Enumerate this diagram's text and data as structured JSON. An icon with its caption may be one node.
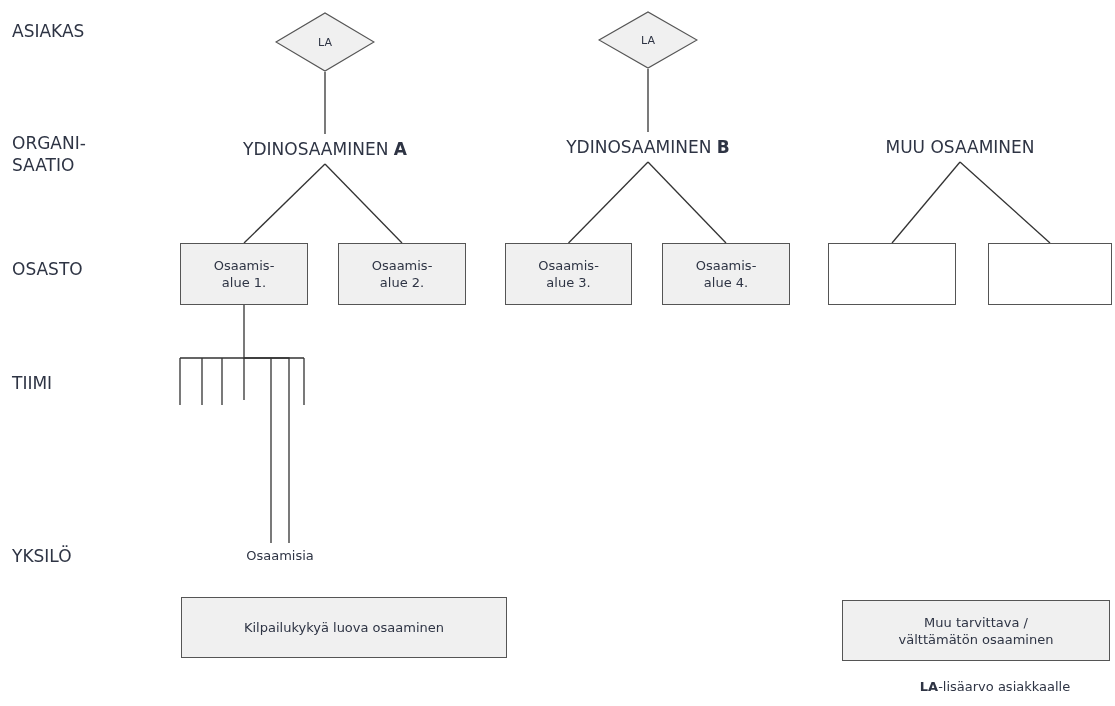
{
  "diagram": {
    "nodes": [
      {
        "text": [
          "LA"
        ]
      },
      {
        "text": [
          "LA"
        ]
      },
      {
        "text": [
          "YDINOSAAMINEN **A**"
        ]
      },
      {
        "text": [
          "YDINOSAAMINEN **B**"
        ]
      },
      {
        "text": [
          "MUU OSAAMINEN"
        ]
      },
      {
        "text": [
          "Osaamis- alue 1."
        ]
      },
      {
        "text": [
          "Osaamis- alue 2."
        ]
      },
      {
        "text": [
          "Osaamis- alue 3."
        ]
      },
      {
        "text": [
          "Osaamis- alue 4."
        ]
      },
      {
        "text": [],
        "shape": "box"
      },
      {
        "text": [],
        "shape": "box"
      },
      {
        "text": [
          "Osaamisia"
        ]
      },
      {
        "text": [
          "Kilpailukykyä luova osaaminen"
        ]
      },
      {
        "text": [
          "Muu tarvittava / välttämätön osaaminen"
        ]
      }
    ],
    "edges": [
      {
        "from": 0,
        "to": 2,
        "arrow": "none"
      },
      {
        "from": 1,
        "to": 3,
        "arrow": "none"
      },
      {
        "from": 2,
        "to": 5,
        "arrow": "none"
      },
      {
        "from": 2,
        "to": 6,
        "arrow": "none"
      },
      {
        "from": 3,
        "to": 7,
        "arrow": "none"
      },
      {
        "from": 3,
        "to": 8,
        "arrow": "none"
      },
      {
        "from": 4,
        "to": 9,
        "arrow": "none"
      },
      {
        "from": 4,
        "to": 10,
        "arrow": "none"
      },
      {
        "from": 5,
        "to": 11,
        "arrow": "none"
      }
    ],
    "labels": [
      "ASIAKAS",
      "ORGANI- SAATIO",
      "OSASTO",
      "TIIMI",
      "YKSILÖ",
      "**LA**-lisäarvo asiakkaalle"
    ]
  }
}
